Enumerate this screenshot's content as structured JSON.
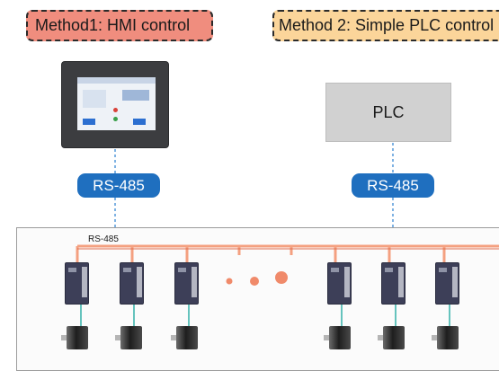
{
  "methods": {
    "method1_label": "Method1: HMI control",
    "method2_label": "Method 2: Simple PLC control"
  },
  "controllers": {
    "plc_label": "PLC"
  },
  "interfaces": {
    "rs485_badge_1": "RS-485",
    "rs485_badge_2": "RS-485",
    "bus_label": "RS-485"
  },
  "colors": {
    "method1_fill": "#f08d7e",
    "method2_fill": "#fbd59a",
    "rs485_badge": "#1f6fbf",
    "bus_wire": "#f4a080",
    "link_line": "#2a7fd0"
  }
}
